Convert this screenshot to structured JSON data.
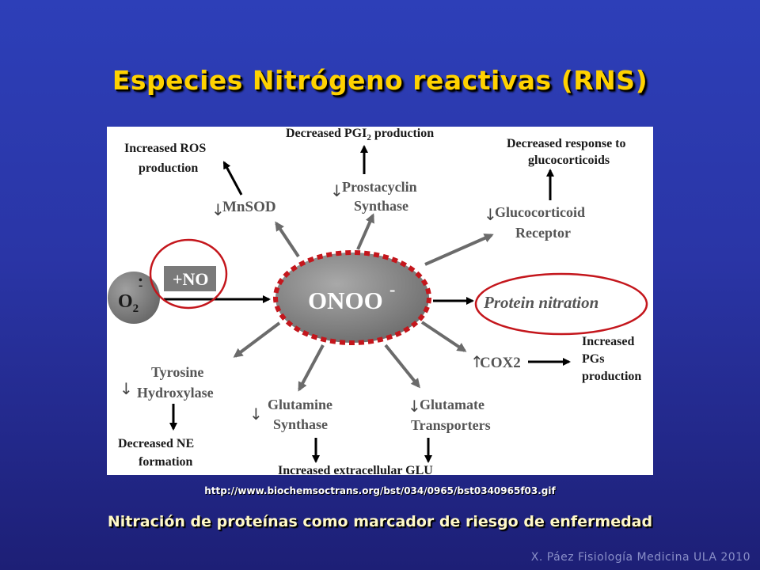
{
  "slide": {
    "title": "Especies Nitrógeno reactivas (RNS)",
    "source_url": "http://www.biochemsoctrans.org/bst/034/0965/bst0340965f03.gif",
    "subtitle": "Nitración de proteínas como marcador de riesgo de enfermedad",
    "credit": "X. Páez Fisiología Medicina ULA 2010"
  },
  "diagram": {
    "center": "ONOO",
    "center_sup": "-",
    "superoxide": "O",
    "superoxide_sub": "2",
    "superoxide_sup": "-",
    "superoxide_dot": "•",
    "no_label": "+NO",
    "protein_nitration": "Protein nitration",
    "down_arrow": "↓",
    "up_arrow": "↑",
    "mnsod": "MnSOD",
    "increased_ros_1": "Increased ROS",
    "increased_ros_2": "production",
    "prostacyclin_1": "Prostacyclin",
    "prostacyclin_2": "Synthase",
    "decreased_pgi_pre": "Decreased PGI",
    "decreased_pgi_sub": "2",
    "decreased_pgi_post": " production",
    "glucocorticoid_1": "Glucocorticoid",
    "glucocorticoid_2": "Receptor",
    "decreased_response_1": "Decreased response to",
    "decreased_response_2": "glucocorticoids",
    "cox2": "COX2",
    "increased_pgs_1": "Increased",
    "increased_pgs_2": "PGs",
    "increased_pgs_3": "production",
    "tyrosine_1": "Tyrosine",
    "tyrosine_2": "Hydroxylase",
    "decreased_ne_1": "Decreased NE",
    "decreased_ne_2": "formation",
    "glutamine_1": "Glutamine",
    "glutamine_2": "Synthase",
    "glutamate_1": "Glutamate",
    "glutamate_2": "Transporters",
    "increased_glu": "Increased extracellular GLU"
  },
  "colors": {
    "title": "#ffd200",
    "highlight_ring": "#c4161c",
    "gray_arrow": "#6b6b6b"
  }
}
